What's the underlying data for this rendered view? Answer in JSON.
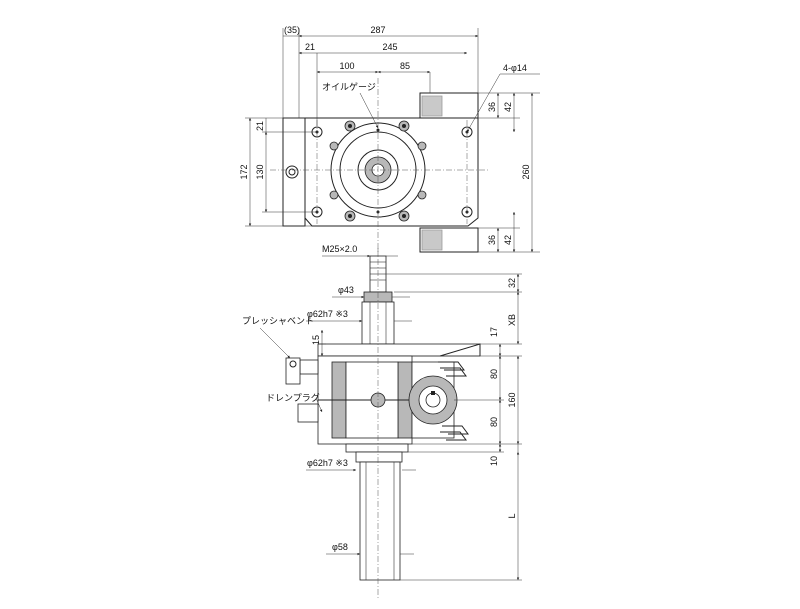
{
  "top_view": {
    "dims": {
      "d35": "(35)",
      "d287": "287",
      "d21": "21",
      "d245": "245",
      "d100": "100",
      "d85": "85",
      "d4phi14": "4-φ14",
      "d36_top": "36",
      "d42_top": "42",
      "d21_left": "21",
      "d172": "172",
      "d130": "130",
      "d260": "260",
      "d36_bot": "36",
      "d42_bot": "42"
    },
    "labels": {
      "oil_gauge": "オイルゲージ"
    }
  },
  "side_view": {
    "dims": {
      "m25": "M25×2.0",
      "d32": "32",
      "phi43": "φ43",
      "phi62_top": "φ62h7 ※3",
      "d17": "17",
      "xb": "XB",
      "d15": "15",
      "d80_top": "80",
      "d160": "160",
      "d80_bot": "80",
      "d10": "10",
      "phi62_bot": "φ62h7 ※3",
      "l": "L",
      "phi58": "φ58"
    },
    "labels": {
      "pressure_vent": "プレッシャベント",
      "drain_plug": "ドレンプラグ"
    }
  }
}
